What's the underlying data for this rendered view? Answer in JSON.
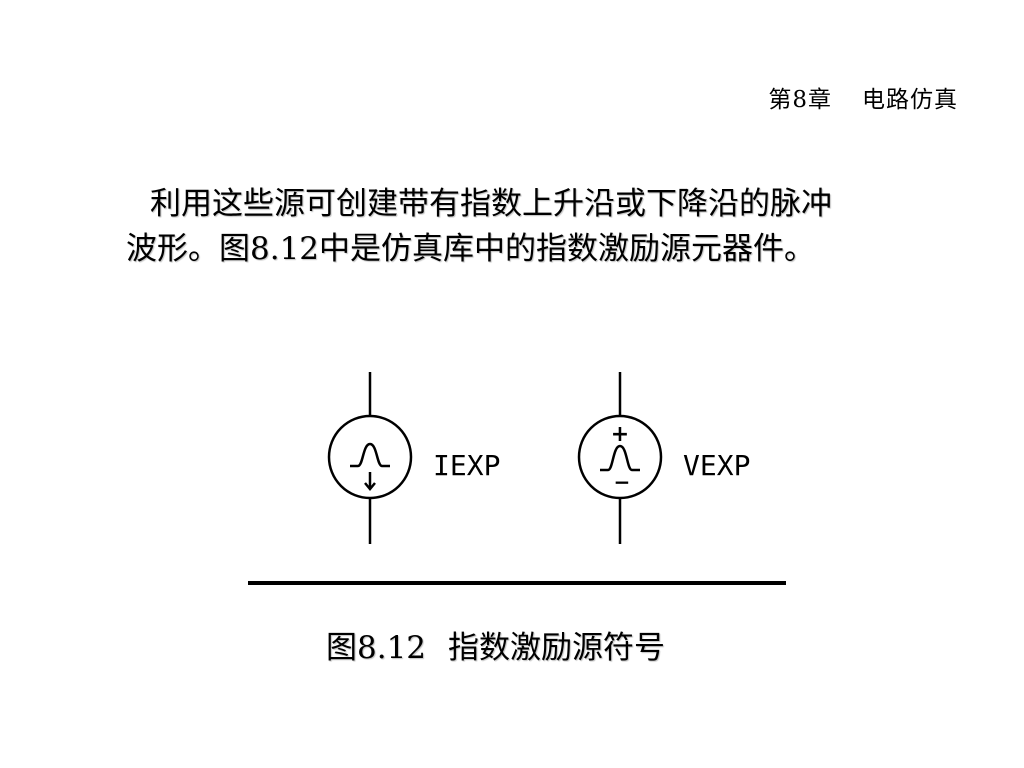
{
  "header": {
    "chapter_number": "第8章",
    "chapter_title": "电路仿真"
  },
  "body": {
    "line1": "利用这些源可创建带有指数上升沿或下降沿的脉冲",
    "line2": "波形。图8.12中是仿真库中的指数激励源元器件。"
  },
  "figure": {
    "symbols": [
      {
        "label": "IEXP",
        "kind": "current-source",
        "icon": "exp-current-source-icon"
      },
      {
        "label": "VEXP",
        "kind": "voltage-source",
        "icon": "exp-voltage-source-icon",
        "plus": "+",
        "minus": "−"
      }
    ]
  },
  "caption": {
    "number": "图8.12",
    "text": "指数激励源符号"
  }
}
